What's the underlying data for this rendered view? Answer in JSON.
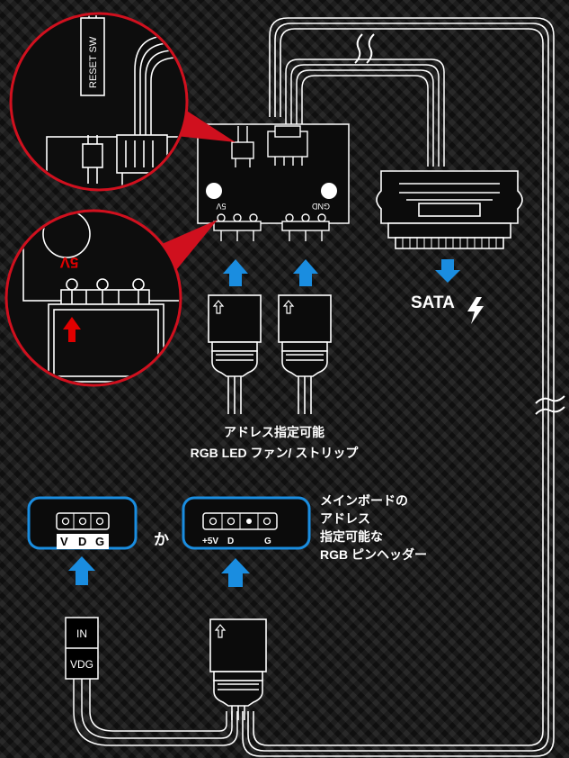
{
  "colors": {
    "accent_blue": "#1a8de0",
    "callout_red": "#d0101e",
    "arrow_red": "#e00000",
    "wire": "#ffffff"
  },
  "labels": {
    "reset_sw": "RESET SW",
    "board_5v": "5V",
    "board_gnd": "GND",
    "callout_5v": "5V",
    "sata": "SATA",
    "lightning_icon": "lightning",
    "fan_strip_line1": "アドレス指定可能",
    "fan_strip_line2": "RGB LED ファン/ ストリップ",
    "vdg_v": "V",
    "vdg_d": "D",
    "vdg_g": "G",
    "or_text": "か",
    "pin_5v": "+5V",
    "pin_d": "D",
    "pin_g": "G",
    "mb_line1": "メインボードの",
    "mb_line2": "アドレス",
    "mb_line3": "指定可能な",
    "mb_line4": "RGB ピンヘッダー",
    "in_label": "IN",
    "vdg_label": "VDG"
  }
}
